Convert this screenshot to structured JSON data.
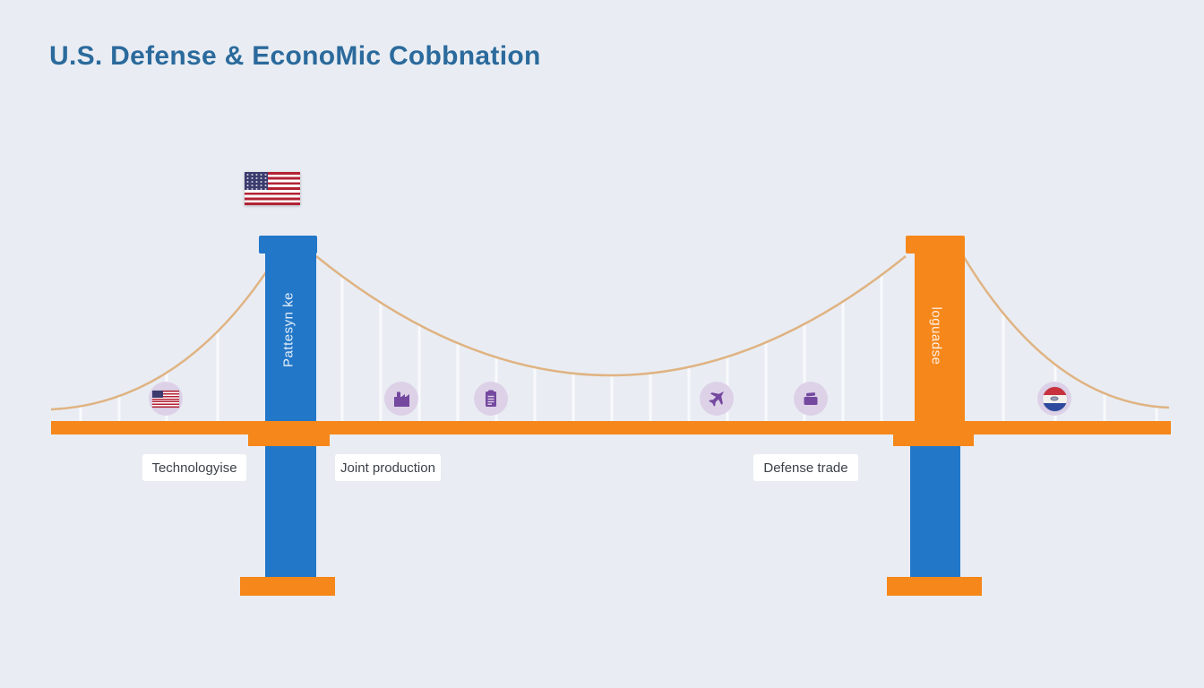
{
  "title": "U.S. Defense & EconoMic Cobbnation",
  "colors": {
    "background": "#e9edf3",
    "title_blue": "#2b6a9c",
    "tower_blue": "#2277c8",
    "bridge_orange": "#f6871a",
    "cable_tan": "#e0b383",
    "hanger_white": "#fafbfd",
    "badge_lavender": "#ddd1e8",
    "icon_purple": "#74489f",
    "label_text": "#3c4149",
    "label_bg": "#ffffff",
    "flag_red": "#b22234",
    "flag_canton_blue": "#3c3b6e"
  },
  "towers": {
    "left_label": "Pattesyn ke",
    "right_label": "loguadse"
  },
  "deck_labels": [
    "Technologyise",
    "Joint production",
    "Defense trade"
  ],
  "badges": [
    {
      "icon": "us-flag-icon"
    },
    {
      "icon": "factory-icon"
    },
    {
      "icon": "clipboard-icon"
    },
    {
      "icon": "fighter-jet-icon"
    },
    {
      "icon": "briefcase-icon"
    },
    {
      "icon": "tricolor-flag-icon"
    }
  ]
}
